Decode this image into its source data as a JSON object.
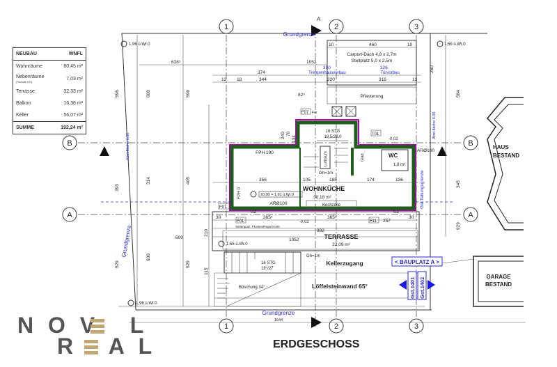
{
  "title": "ERDGESCHOSS",
  "logo": {
    "line1": "NOVEL",
    "line2": "REAL",
    "accent_color": "#c2a674"
  },
  "area_table": {
    "header": [
      "NEUBAU",
      "WNFL"
    ],
    "rows": [
      {
        "label": "Wohnräume",
        "value": "80,45 m²"
      },
      {
        "label": "Nebenräume",
        "sub": "(Technik KG)",
        "value": "7,03 m²"
      },
      {
        "label": "Terrasse",
        "value": "32,33 m²"
      },
      {
        "label": "Balkon",
        "value": "16,36 m²"
      },
      {
        "label": "Keller",
        "value": "56,07 m²"
      }
    ],
    "sum": {
      "label": "SUMME",
      "value": "192,24 m²"
    }
  },
  "axes": {
    "a1": "1",
    "a2": "2",
    "a3": "3",
    "b": "B",
    "a": "A",
    "section": "A"
  },
  "labels": {
    "grundgrenze": "Grundgrenze",
    "grundgrenze_len": "1644",
    "carport": "Carport-Dach 4,8 x 2,7m",
    "stellplatz": "Stellplatz 5,0 x 2,5m",
    "pflasterung": "Pflasterung",
    "treppenhausvorbau": "Treppenhausvorbau",
    "tuervorbau": "Türvorbau",
    "wohnkueche": "WOHNKÜCHE",
    "wohnkueche_area": "30,18 m²",
    "kochzeile": "Kochzeile",
    "wc": "WC",
    "wc_area": "1,8 m²",
    "terrasse": "TERRASSE",
    "terrasse_area": "22,09 m²",
    "kellerzugang": "Kellerzugang",
    "loeffelsteinwand": "Löffelsteinwand 65°",
    "boeschung": "Böschung 34°",
    "bauplatz": "< BAUPLATZ A >",
    "gst1": "Gst.1401",
    "gst2": "Gst.1402",
    "haus": "HAUS",
    "bestand": "BESTAND",
    "garage": "GARAGE",
    "garage_bestand": "BESTAND",
    "fph190": "FPH 190",
    "fph0": "FPH 0",
    "ar1": "ARØ100",
    "ar2": "ARØ100",
    "niveau": "±0,00 = 1,61 ü.Wr.0",
    "stg_top": "16 STG",
    "stg_top2": "18,5/28,0",
    "stg_bottom": "16 STG",
    "stg_bottom2": "18°/27",
    "luftraum": "Luftraum",
    "gh1": "Gh=1m",
    "gh2": "Gh=1m",
    "glad": "Glad.",
    "uz1": "UZ",
    "uz2": "UZ",
    "gst_teilung": "Gst.Teilungsgrenze",
    "abst_flaeche": "Abst.fläche 6,00",
    "h_tl": "1,96 ü.Wr.0",
    "h_tr": "1,56 ü.Wr.0",
    "h_bl": "1,96 ü.Wr.0",
    "h_ml": "1,56 ü.Wr.0",
    "h_wc": "-0,02",
    "h_door": "-0,02",
    "f07a": "F07",
    "f07b": "F07",
    "f01": "F01",
    "f11": "F11",
    "t01": "T01",
    "fix": "Fix",
    "seitenputz": "Seitenputz: Pfosten/Regal Kontr."
  },
  "dims": {
    "d628": "628⁵",
    "d374": "374",
    "d350": "350",
    "d326": "326",
    "d344": "344",
    "d320": "320",
    "d316": "316",
    "d1052a": "1052",
    "d460": "460",
    "d10a": "10",
    "d10b": "10",
    "d12a": "12",
    "d18a": "18",
    "d12b": "12",
    "d82": "82⁵",
    "d356": "356",
    "d105": "105",
    "d185": "185",
    "d174": "174",
    "d136": "136",
    "d365a": "365⁵",
    "d365b": "365⁵",
    "d257": "257",
    "d30a": "30",
    "d30b": "30",
    "d992": "992",
    "d1052b": "1052",
    "v600a": "600",
    "v596": "596",
    "v393": "393",
    "v314": "314",
    "v405": "405",
    "v210": "210",
    "v529a": "529",
    "v600b": "600",
    "v529b": "529",
    "v115": "115",
    "v584": "584",
    "v345": "345",
    "v929": "929",
    "v250": "250",
    "v240": "240",
    "v70": "70",
    "v134": "134"
  }
}
